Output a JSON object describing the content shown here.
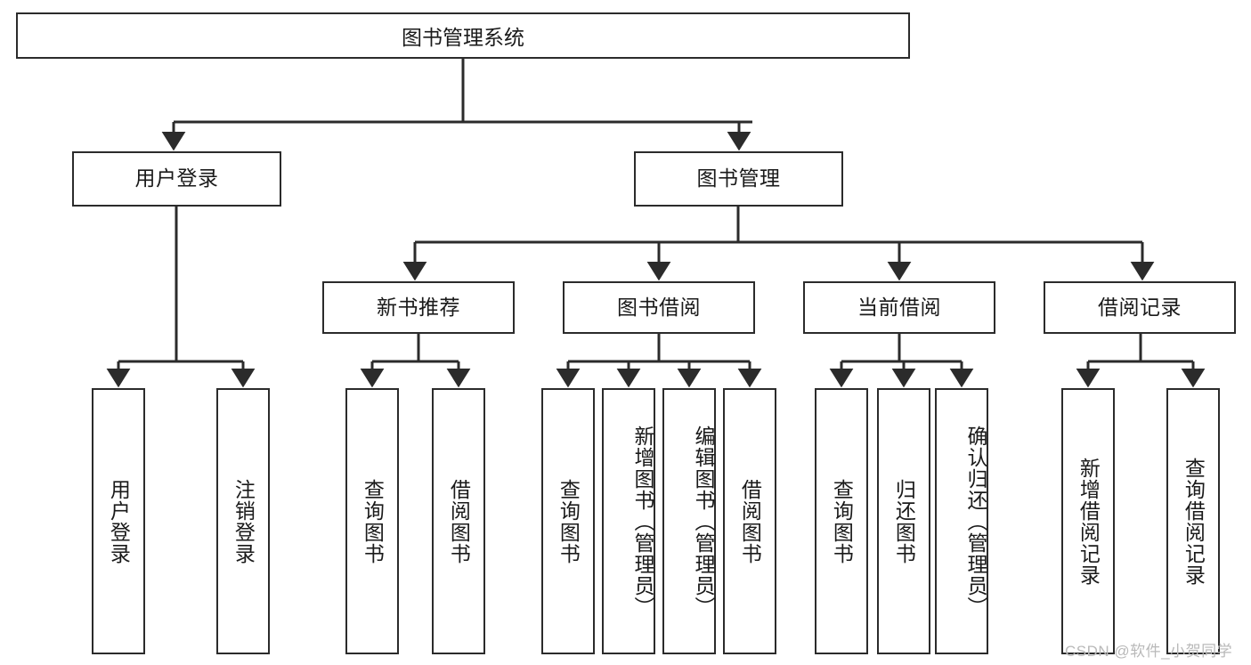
{
  "diagram": {
    "title": "图书管理系统",
    "type": "hierarchy-tree",
    "watermark": "CSDN @软件_小贺同学",
    "colors": {
      "stroke": "#2b2b2b",
      "fill": "#ffffff",
      "text": "#1a1a1a",
      "watermark": "#b9b9b9"
    },
    "levels": {
      "root": {
        "label": "图书管理系统"
      },
      "level2": [
        {
          "label": "用户登录"
        },
        {
          "label": "图书管理"
        }
      ],
      "level3": [
        {
          "label": "新书推荐"
        },
        {
          "label": "图书借阅"
        },
        {
          "label": "当前借阅"
        },
        {
          "label": "借阅记录"
        }
      ],
      "leaves": {
        "user_login": [
          {
            "label": "用户登录"
          },
          {
            "label": "注销登录"
          }
        ],
        "new_book_recommend": [
          {
            "label": "查询图书"
          },
          {
            "label": "借阅图书"
          }
        ],
        "book_borrow": [
          {
            "label": "查询图书"
          },
          {
            "label": "新增图书（管理员）"
          },
          {
            "label": "编辑图书（管理员）"
          },
          {
            "label": "借阅图书"
          }
        ],
        "current_borrow": [
          {
            "label": "查询图书"
          },
          {
            "label": "归还图书"
          },
          {
            "label": "确认归还（管理员）"
          }
        ],
        "borrow_record": [
          {
            "label": "新增借阅记录"
          },
          {
            "label": "查询借阅记录"
          }
        ]
      }
    }
  }
}
